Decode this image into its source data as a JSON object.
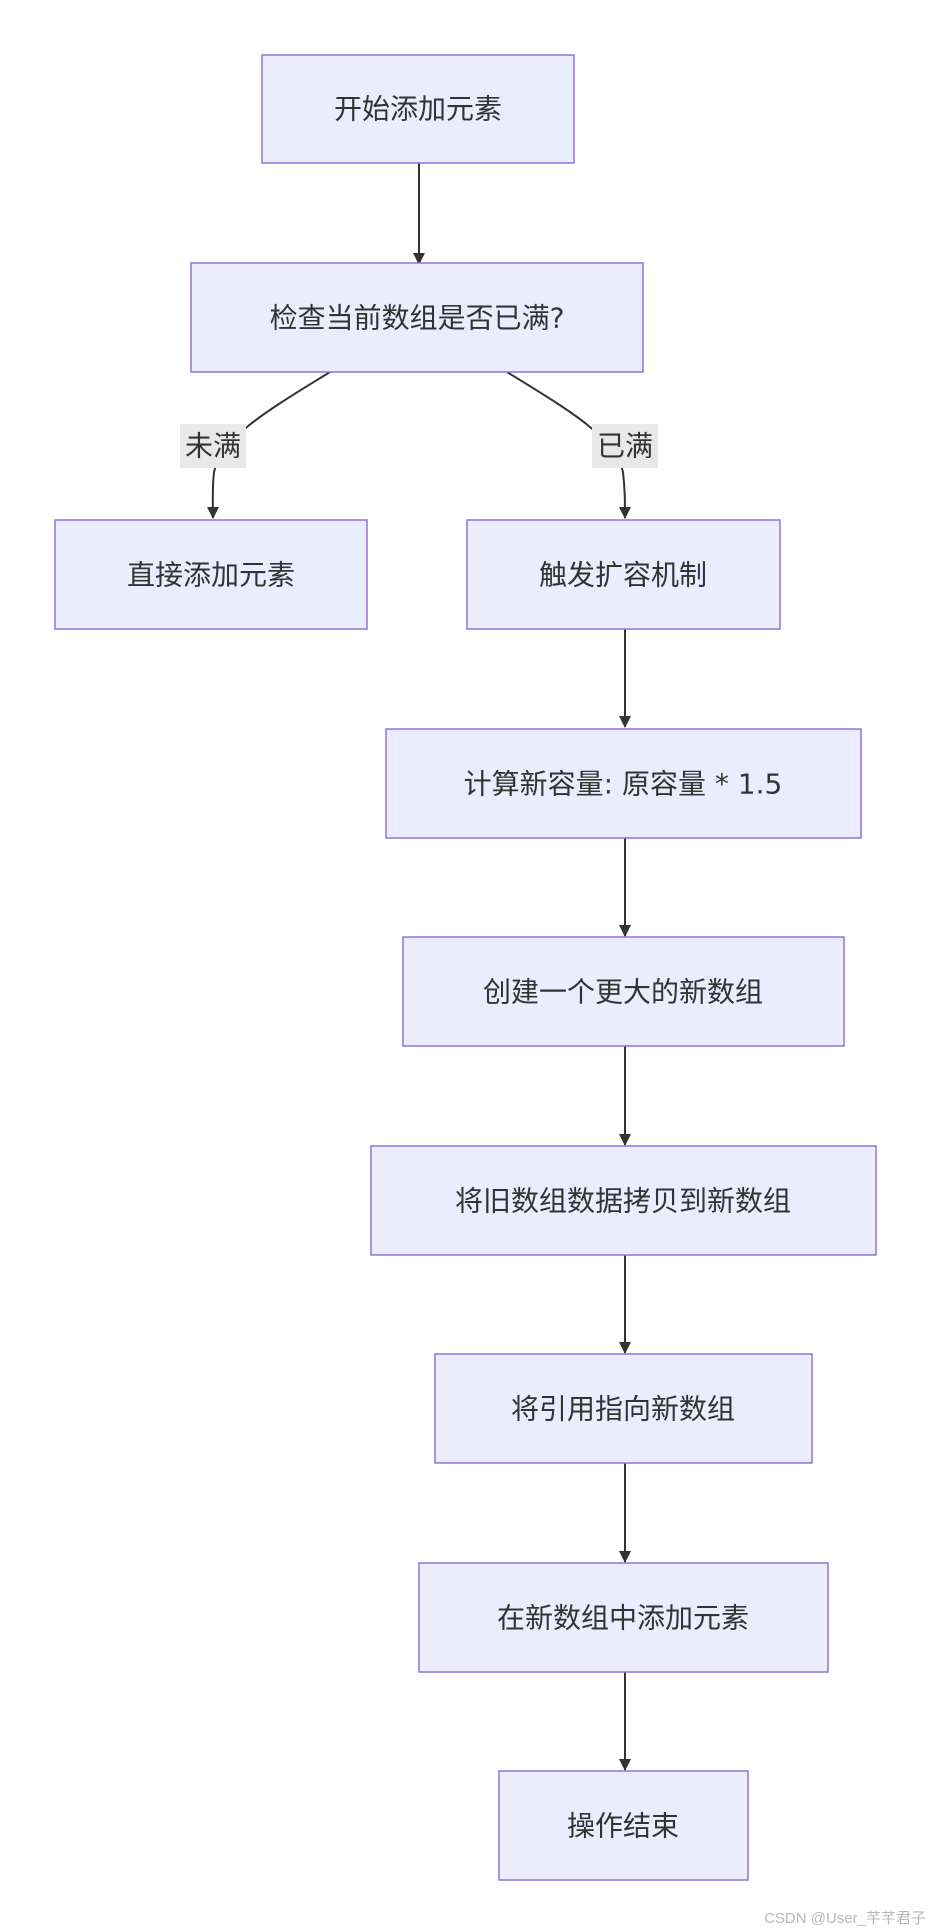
{
  "diagram": {
    "nodes": {
      "start": {
        "label": "开始添加元素"
      },
      "check": {
        "label": "检查当前数组是否已满?"
      },
      "direct_add": {
        "label": "直接添加元素"
      },
      "trigger_expand": {
        "label": "触发扩容机制"
      },
      "calc_capacity": {
        "label": "计算新容量: 原容量 * 1.5"
      },
      "create_array": {
        "label": "创建一个更大的新数组"
      },
      "copy_data": {
        "label": "将旧数组数据拷贝到新数组"
      },
      "point_ref": {
        "label": "将引用指向新数组"
      },
      "add_in_new": {
        "label": "在新数组中添加元素"
      },
      "end": {
        "label": "操作结束"
      }
    },
    "edges": {
      "not_full": {
        "from": "check",
        "to": "direct_add",
        "label": "未满"
      },
      "full": {
        "from": "check",
        "to": "trigger_expand",
        "label": "已满"
      }
    },
    "colors": {
      "node_fill": "#ececff",
      "node_border": "#9370db",
      "edge": "#333333",
      "label_bg": "#e8e8e8"
    }
  },
  "watermark": "CSDN @User_芊芊君子"
}
